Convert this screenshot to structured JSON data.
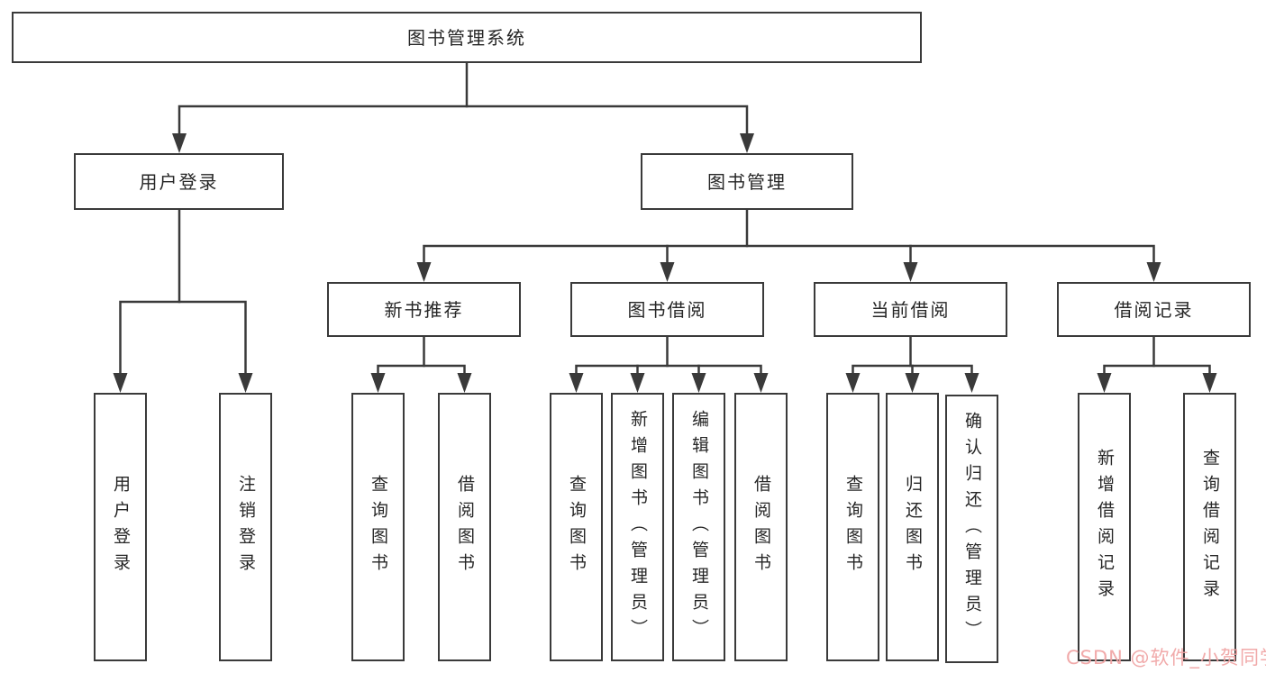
{
  "tree": {
    "label": "图书管理系统",
    "children": [
      {
        "label": "用户登录",
        "children": [
          {
            "label": "用户登录"
          },
          {
            "label": "注销登录"
          }
        ]
      },
      {
        "label": "图书管理",
        "children": [
          {
            "label": "新书推荐",
            "children": [
              {
                "label": "查询图书"
              },
              {
                "label": "借阅图书"
              }
            ]
          },
          {
            "label": "图书借阅",
            "children": [
              {
                "label": "查询图书"
              },
              {
                "label": "新增图书（管理员）"
              },
              {
                "label": "编辑图书（管理员）"
              },
              {
                "label": "借阅图书"
              }
            ]
          },
          {
            "label": "当前借阅",
            "children": [
              {
                "label": "查询图书"
              },
              {
                "label": "归还图书"
              },
              {
                "label": "确认归还（管理员）"
              }
            ]
          },
          {
            "label": "借阅记录",
            "children": [
              {
                "label": "新增借阅记录"
              },
              {
                "label": "查询借阅记录"
              }
            ]
          }
        ]
      }
    ]
  },
  "watermark": {
    "text": "CSDN @软件_小贺同学",
    "color": "#f0a3a3"
  },
  "colors": {
    "line": "#3a3a3a",
    "box_border": "#3a3a3a",
    "box_fill": "#ffffff",
    "text": "#262626",
    "background": "#ffffff"
  }
}
